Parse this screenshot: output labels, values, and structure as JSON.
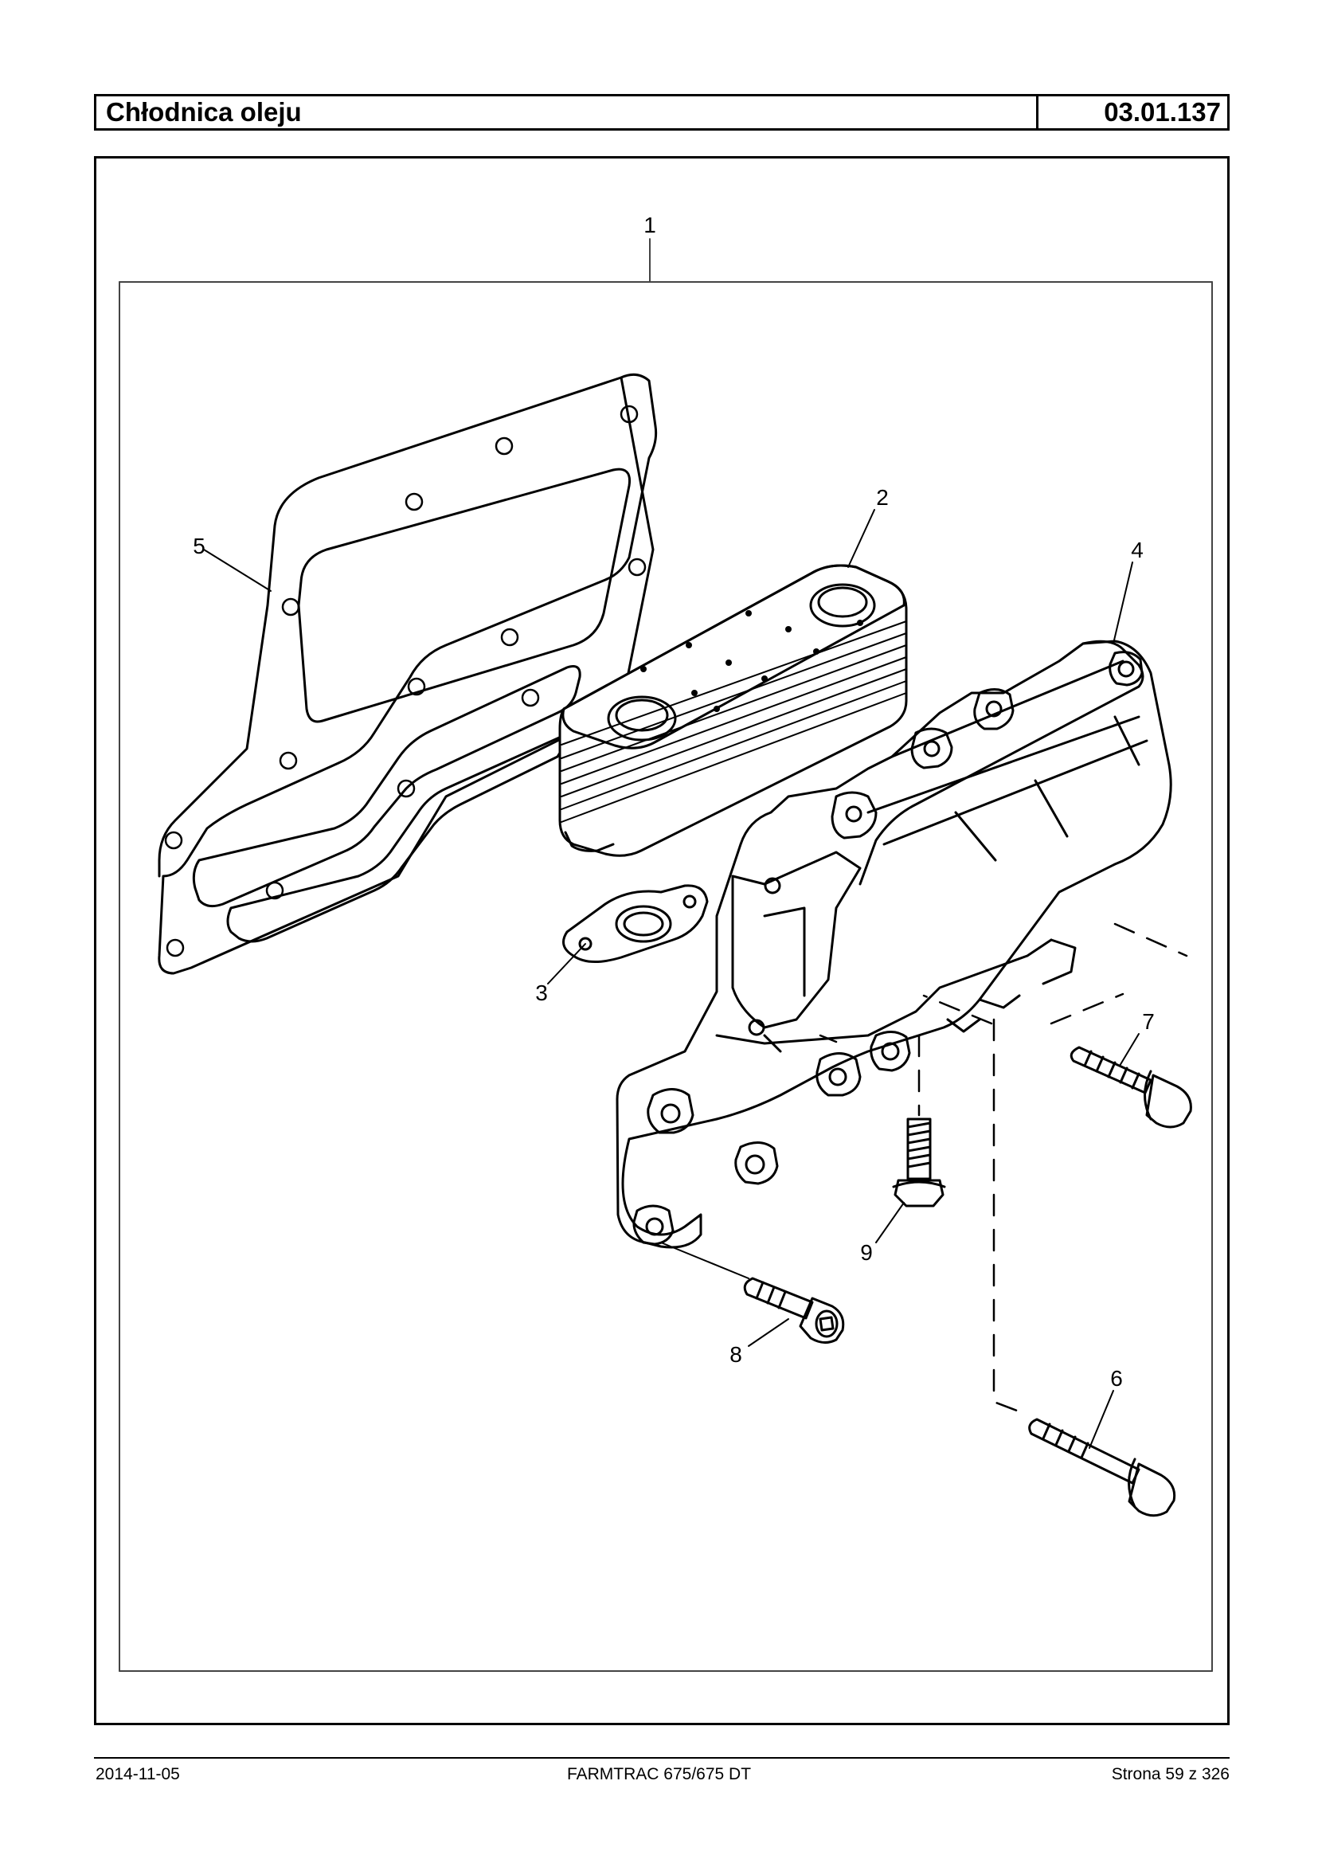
{
  "header": {
    "title": "Chłodnica oleju",
    "section_code": "03.01.137"
  },
  "diagram": {
    "callouts": [
      {
        "id": "c1",
        "number": "1"
      },
      {
        "id": "c2",
        "number": "2"
      },
      {
        "id": "c3",
        "number": "3"
      },
      {
        "id": "c4",
        "number": "4"
      },
      {
        "id": "c5",
        "number": "5"
      },
      {
        "id": "c6",
        "number": "6"
      },
      {
        "id": "c7",
        "number": "7"
      },
      {
        "id": "c8",
        "number": "8"
      },
      {
        "id": "c9",
        "number": "9"
      }
    ]
  },
  "footer": {
    "date": "2014-11-05",
    "model": "FARMTRAC 675/675 DT",
    "page": "Strona 59 z 326"
  }
}
